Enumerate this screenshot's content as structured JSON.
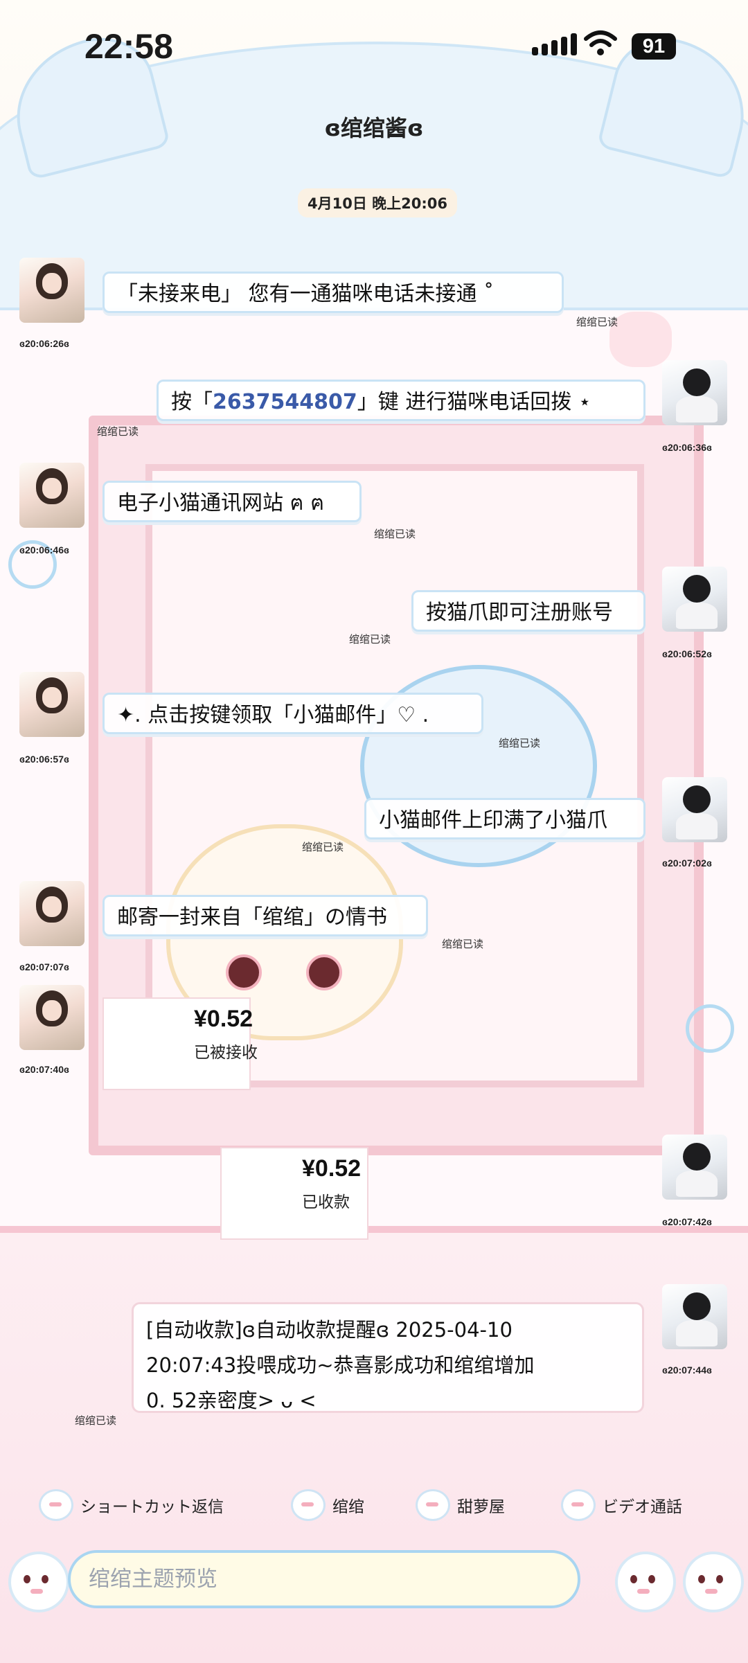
{
  "status_bar": {
    "time": "22:58",
    "battery": "91"
  },
  "header": {
    "title": "ɞ绾绾酱ɞ",
    "date": "4月10日 晚上20:06"
  },
  "messages": [
    {
      "side": "left",
      "time": "ɞ20:06:26ɞ",
      "text": "「未接来电」 您有一通猫咪电话未接通 ˚",
      "read": "绾绾已读"
    },
    {
      "side": "right",
      "time": "ɞ20:06:36ɞ",
      "text_before": "按「",
      "number": "2637544807",
      "text_after": "」键 进行猫咪电话回拨 ⋆",
      "read": "绾绾已读"
    },
    {
      "side": "left",
      "time": "ɞ20:06:46ɞ",
      "text": "电子小猫通讯网站 ฅ ฅ",
      "read": "绾绾已读"
    },
    {
      "side": "right",
      "time": "ɞ20:06:52ɞ",
      "text": "按猫爪即可注册账号",
      "read": "绾绾已读"
    },
    {
      "side": "left",
      "time": "ɞ20:06:57ɞ",
      "text": "✦. 点击按键领取「小猫邮件」♡ .",
      "read": "绾绾已读"
    },
    {
      "side": "right",
      "time": "ɞ20:07:02ɞ",
      "text": "小猫邮件上印满了小猫爪",
      "read": "绾绾已读"
    },
    {
      "side": "left",
      "time": "ɞ20:07:07ɞ",
      "text": "邮寄一封来自「绾绾」の情书",
      "read": "绾绾已读"
    }
  ],
  "payments": [
    {
      "side": "left",
      "time": "ɞ20:07:40ɞ",
      "amount": "¥0.52",
      "status": "已被接收"
    },
    {
      "side": "right",
      "time": "ɞ20:07:42ɞ",
      "amount": "¥0.52",
      "status": "已收款"
    }
  ],
  "system_message": {
    "time": "ɞ20:07:44ɞ",
    "line1": "[自动收款]ɞ自动收款提醒ɞ 2025-04-10",
    "line2": "20:07:43投喂成功~恭喜影成功和绾绾增加",
    "line3": "0. 52亲密度> ᴗ <",
    "read": "绾绾已读"
  },
  "quick_actions": [
    "ショートカット返信",
    "绾绾",
    "甜萝屋",
    "ビデオ通話"
  ],
  "input": {
    "placeholder": "绾绾主题预览"
  },
  "colors": {
    "bubble_border": "#c9e3f5",
    "number_accent": "#3a5aa8",
    "frame_pink": "#f4c7d1"
  }
}
